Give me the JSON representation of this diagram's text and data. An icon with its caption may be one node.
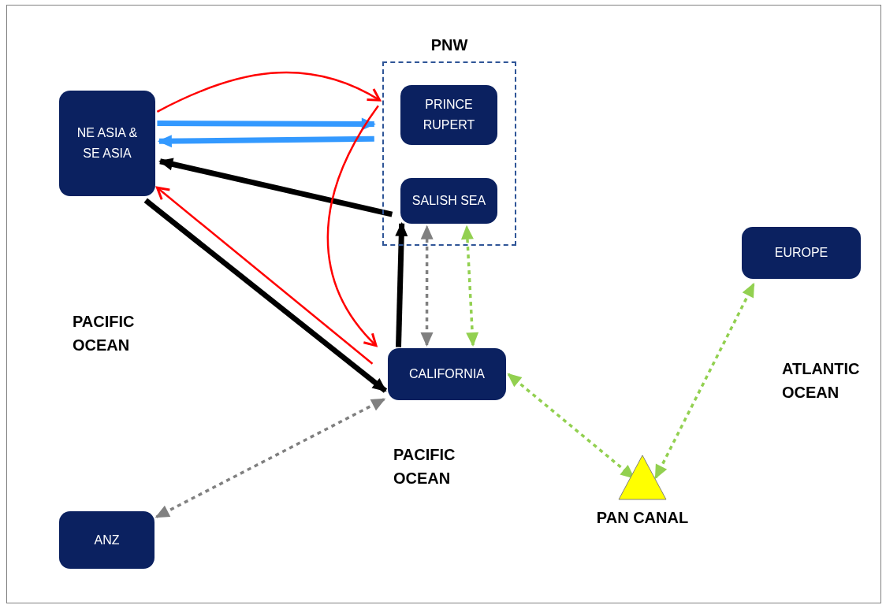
{
  "diagram": {
    "nodes": [
      {
        "text": [
          "PNW"
        ]
      },
      {
        "text": [
          "NE ASIA & SE ASIA"
        ]
      },
      {
        "text": [
          "PRINCE RUPERT"
        ],
        "in": 0
      },
      {
        "text": [
          "SALISH SEA"
        ],
        "in": 0
      },
      {
        "text": [
          "EUROPE"
        ]
      },
      {
        "text": [
          "CALIFORNIA"
        ]
      },
      {
        "text": [
          "ANZ"
        ]
      },
      {
        "text": [
          "PAN CANAL"
        ]
      }
    ],
    "edges": [
      {
        "from": 1,
        "to": 0,
        "arrow": "to",
        "color": "#ff0000"
      },
      {
        "from": 1,
        "to": 0,
        "arrow": "to",
        "style": "thick",
        "color": "#3399ff"
      },
      {
        "from": 0,
        "to": 1,
        "arrow": "to",
        "style": "thick",
        "color": "#3399ff"
      },
      {
        "from": 3,
        "to": 1,
        "arrow": "to",
        "style": "thick",
        "color": "#000000"
      },
      {
        "from": 0,
        "to": 5,
        "arrow": "to",
        "color": "#ff0000"
      },
      {
        "from": 5,
        "to": 1,
        "arrow": "to",
        "color": "#ff0000"
      },
      {
        "from": 1,
        "to": 5,
        "arrow": "to",
        "style": "thick",
        "color": "#000000"
      },
      {
        "from": 5,
        "to": 3,
        "arrow": "to",
        "style": "thick",
        "color": "#000000"
      },
      {
        "from": 5,
        "to": 3,
        "arrow": "both",
        "style": "dashed",
        "color": "#808080"
      },
      {
        "from": 5,
        "to": 3,
        "arrow": "both",
        "style": "dashed",
        "color": "#92d050"
      },
      {
        "from": 6,
        "to": 5,
        "arrow": "both",
        "style": "dashed",
        "color": "#808080"
      },
      {
        "from": 5,
        "to": 7,
        "arrow": "both",
        "style": "dashed",
        "color": "#92d050"
      },
      {
        "from": 7,
        "to": 4,
        "arrow": "both",
        "style": "dashed",
        "color": "#92d050"
      }
    ],
    "labels": [
      "PACIFIC OCEAN",
      "PACIFIC OCEAN",
      "ATLANTIC OCEAN"
    ]
  }
}
